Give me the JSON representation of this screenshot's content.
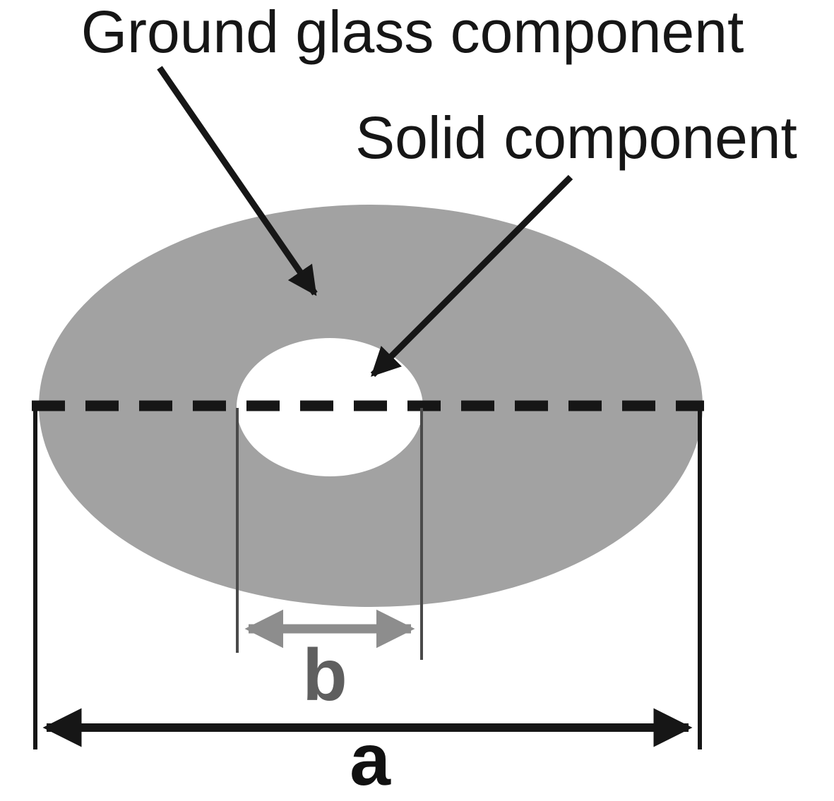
{
  "figure": {
    "type": "annotated-diagram",
    "description_visible_text_only": true,
    "background": "#ffffff",
    "labels": {
      "ground_glass": "Ground glass component",
      "solid": "Solid component",
      "dim_a": "a",
      "dim_b": "b"
    },
    "colors": {
      "ground_glass_fill": "#a2a2a2",
      "solid_fill": "#ffffff",
      "line_black": "#161616",
      "dim_b_arrow": "#8d8d8d",
      "dim_b_guides": "#4a4a4a",
      "dim_b_label": "#5f5f5f"
    }
  }
}
